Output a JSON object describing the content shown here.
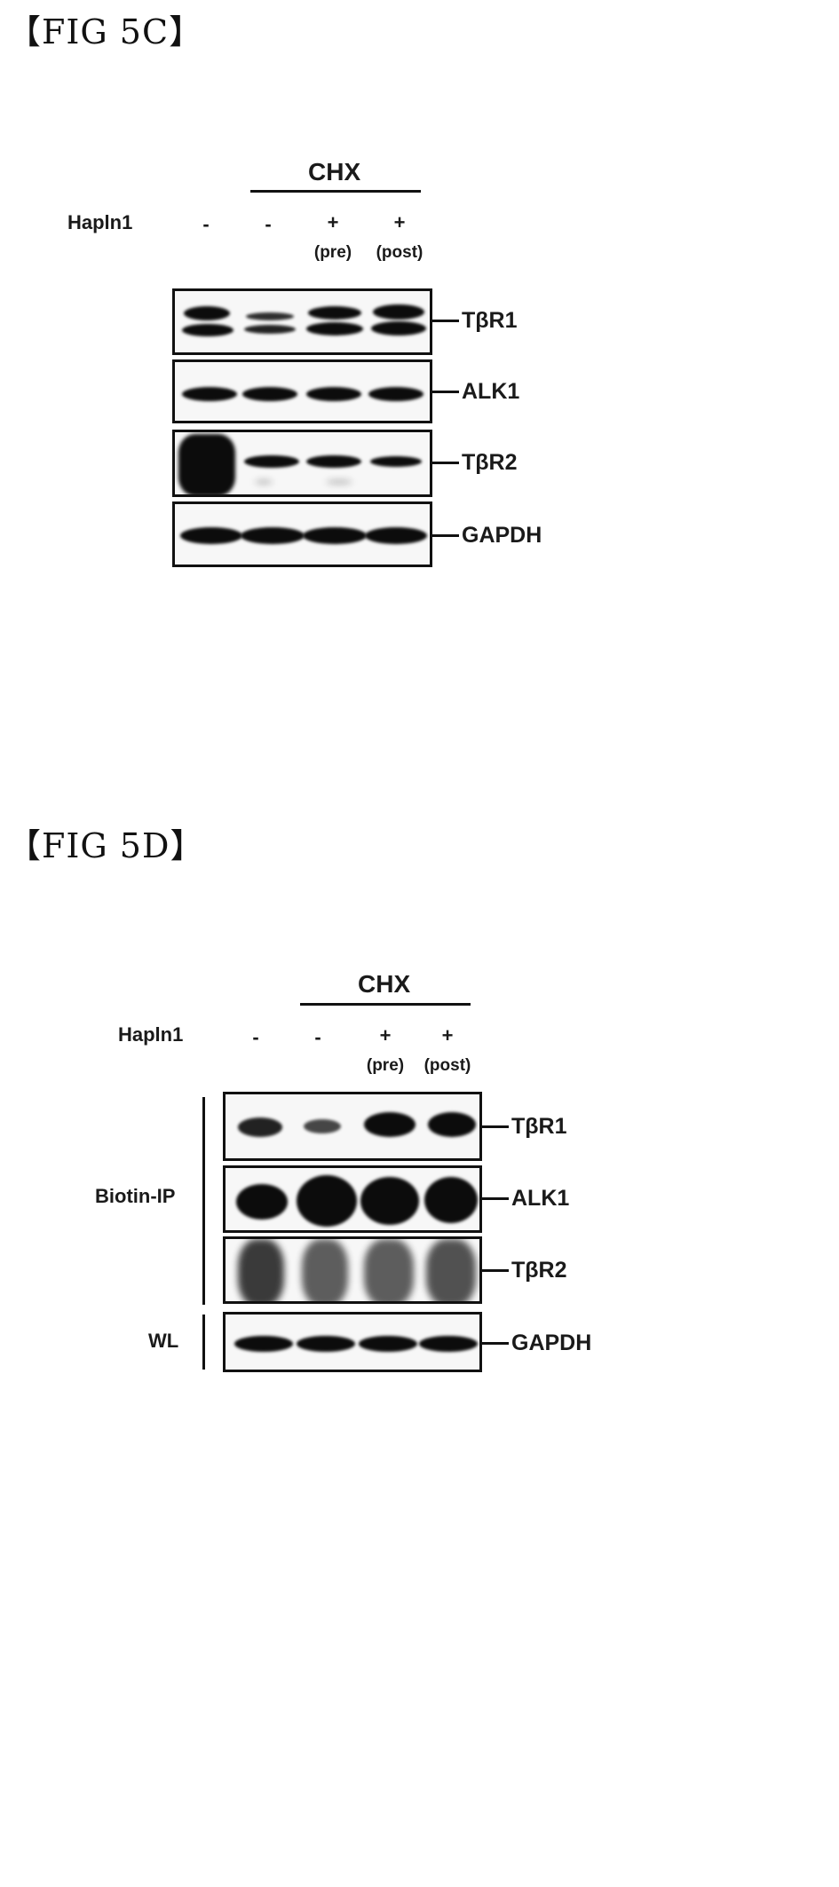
{
  "figures": [
    {
      "label": "【FIG 5C】",
      "treatment": "CHX",
      "row_label": "Hapln1",
      "lanes": [
        {
          "mark": "-",
          "sub": ""
        },
        {
          "mark": "-",
          "sub": ""
        },
        {
          "mark": "+",
          "sub": "(pre)"
        },
        {
          "mark": "+",
          "sub": "(post)"
        }
      ],
      "blots": [
        {
          "label": "TβR1"
        },
        {
          "label": "ALK1"
        },
        {
          "label": "TβR2"
        },
        {
          "label": "GAPDH"
        }
      ]
    },
    {
      "label": "【FIG 5D】",
      "treatment": "CHX",
      "row_label": "Hapln1",
      "lanes": [
        {
          "mark": "-",
          "sub": ""
        },
        {
          "mark": "-",
          "sub": ""
        },
        {
          "mark": "+",
          "sub": "(pre)"
        },
        {
          "mark": "+",
          "sub": "(post)"
        }
      ],
      "groups": [
        {
          "label": "Biotin-IP"
        },
        {
          "label": "WL"
        }
      ],
      "blots": [
        {
          "label": "TβR1"
        },
        {
          "label": "ALK1"
        },
        {
          "label": "TβR2"
        },
        {
          "label": "GAPDH"
        }
      ]
    }
  ]
}
